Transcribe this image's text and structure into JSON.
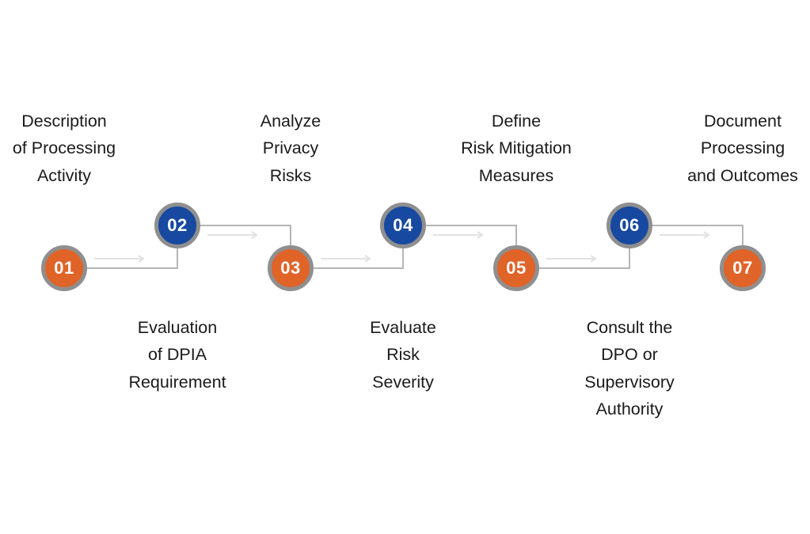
{
  "colors": {
    "odd_step": "#e06328",
    "even_step": "#1749a0",
    "ring": "#8f8f8f",
    "connector": "#b5b5b5",
    "arrow": "#e2e2e2",
    "text": "#1a1a1a"
  },
  "steps": [
    {
      "number": "01",
      "lines": [
        "Description",
        "of Processing",
        "Activity"
      ]
    },
    {
      "number": "02",
      "lines": [
        "Evaluation",
        "of DPIA",
        "Requirement"
      ]
    },
    {
      "number": "03",
      "lines": [
        "Analyze",
        "Privacy",
        "Risks"
      ]
    },
    {
      "number": "04",
      "lines": [
        "Evaluate",
        "Risk",
        "Severity"
      ]
    },
    {
      "number": "05",
      "lines": [
        "Define",
        "Risk Mitigation",
        "Measures"
      ]
    },
    {
      "number": "06",
      "lines": [
        "Consult the",
        "DPO or",
        "Supervisory",
        "Authority"
      ]
    },
    {
      "number": "07",
      "lines": [
        "Document",
        "Processing",
        "and Outcomes"
      ]
    }
  ]
}
